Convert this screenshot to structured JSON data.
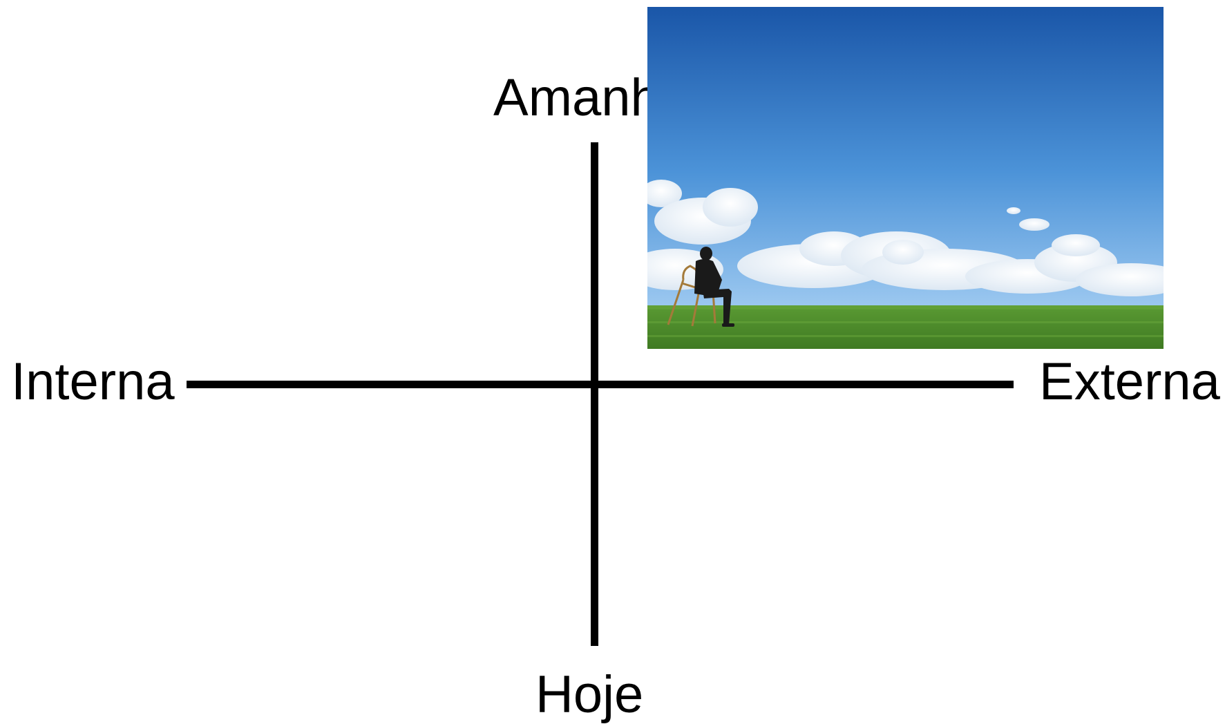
{
  "axes": {
    "top_label": "Amanhã",
    "bottom_label": "Hoje",
    "left_label": "Interna",
    "right_label": "Externa"
  },
  "photo": {
    "subject": "man-sitting-on-chair-in-field",
    "sky_color_top": "#1a56a8",
    "sky_color_bottom": "#9cc8f0",
    "grass_color": "#4f8f2c"
  }
}
